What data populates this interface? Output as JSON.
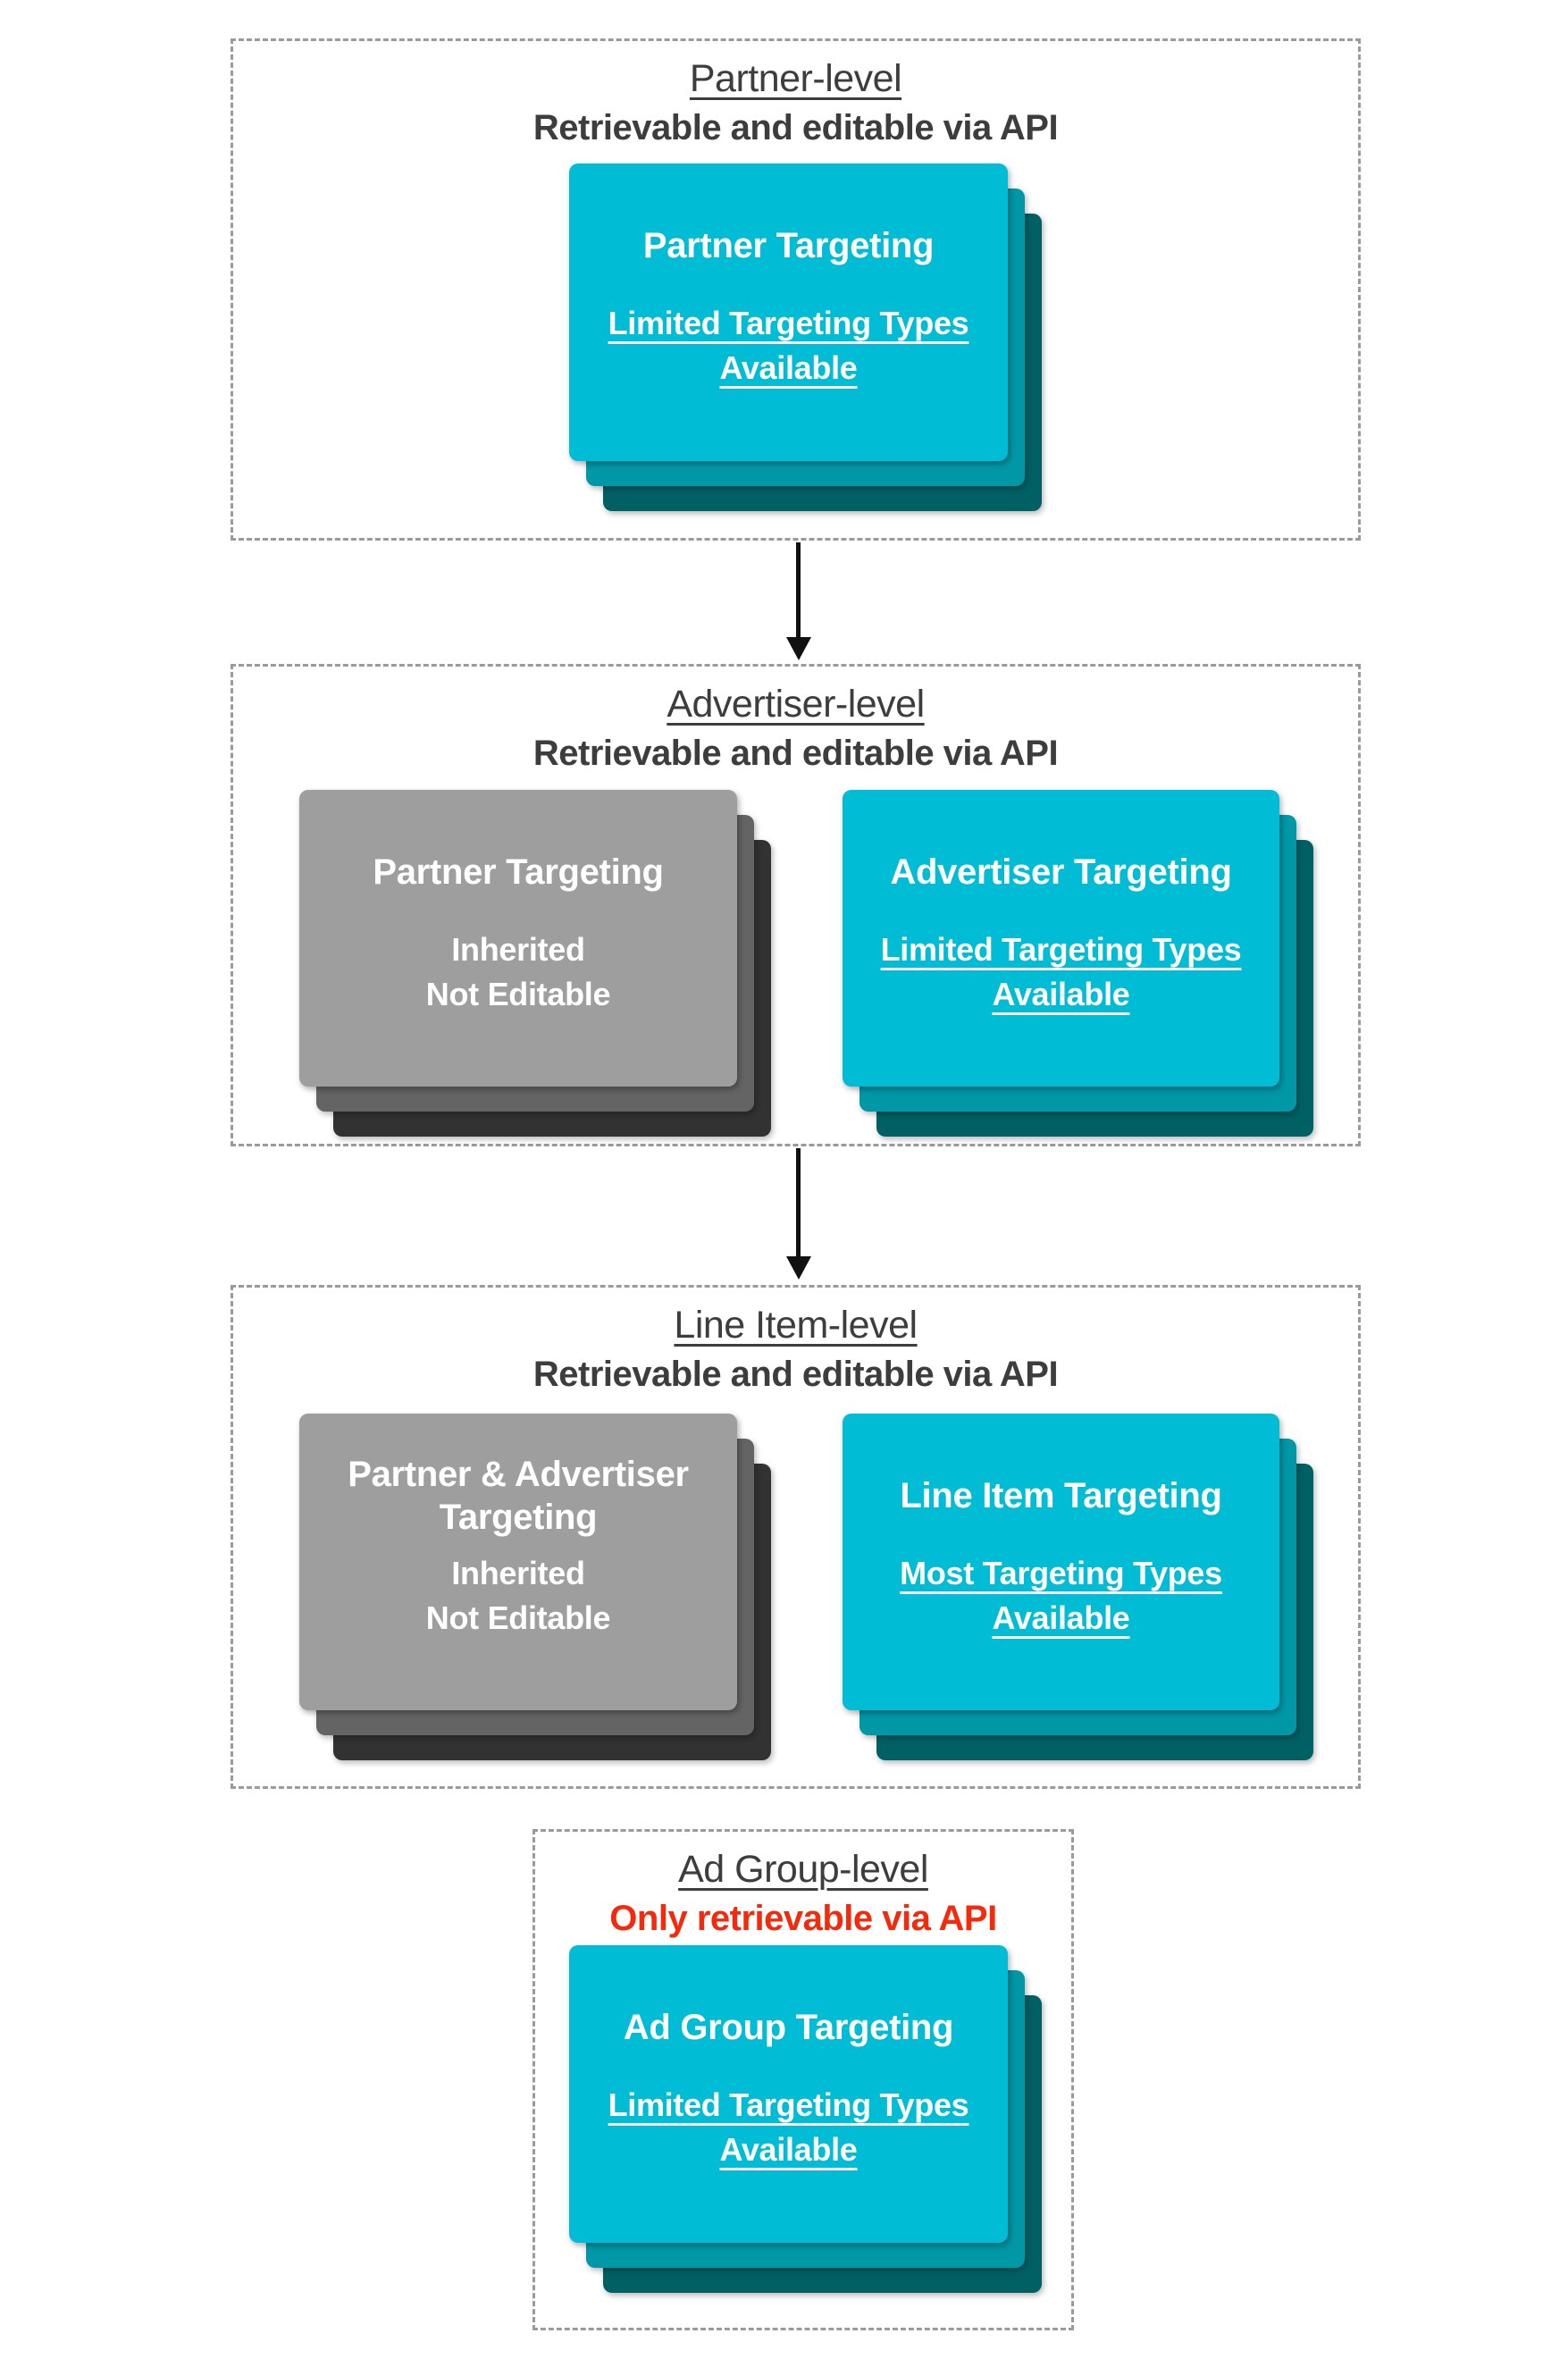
{
  "colors": {
    "teal_card": "#00bcd4",
    "teal_layer_mid": "#0097a7",
    "teal_layer_dark": "#006064",
    "gray_card": "#9e9e9e",
    "gray_layer_mid": "#646464",
    "gray_layer_dark": "#323232",
    "heading_text": "#3d3d3d",
    "red_text": "#f42a0c",
    "card_text": "#ffffff",
    "arrow": "#111111",
    "dashed_border": "#9a9a9a",
    "background": "#ffffff"
  },
  "sections": [
    {
      "id": "partner-level",
      "title": "Partner-level",
      "subtitle": "Retrievable and editable via API",
      "subtitle_style": "dark",
      "cards": [
        {
          "variant": "teal",
          "title": "Partner Targeting",
          "body_lines": [
            "Limited Targeting Types",
            "Available"
          ],
          "body_underline": true
        }
      ]
    },
    {
      "id": "advertiser-level",
      "title": "Advertiser-level",
      "subtitle": "Retrievable and editable via API",
      "subtitle_style": "dark",
      "cards": [
        {
          "variant": "gray",
          "title": "Partner Targeting",
          "body_lines": [
            "Inherited",
            "Not Editable"
          ],
          "body_underline": false
        },
        {
          "variant": "teal",
          "title": "Advertiser Targeting",
          "body_lines": [
            "Limited Targeting Types",
            "Available"
          ],
          "body_underline": true
        }
      ]
    },
    {
      "id": "line-item-level",
      "title": "Line Item-level",
      "subtitle": "Retrievable and editable via API",
      "subtitle_style": "dark",
      "cards": [
        {
          "variant": "gray",
          "title": "Partner & Advertiser Targeting",
          "body_lines": [
            "Inherited",
            "Not Editable"
          ],
          "body_underline": false
        },
        {
          "variant": "teal",
          "title": "Line Item Targeting",
          "body_lines": [
            "Most Targeting Types",
            "Available"
          ],
          "body_underline": true
        }
      ]
    },
    {
      "id": "ad-group-level",
      "title": "Ad Group-level",
      "subtitle": "Only retrievable via API",
      "subtitle_style": "red",
      "cards": [
        {
          "variant": "teal",
          "title": "Ad Group Targeting",
          "body_lines": [
            "Limited Targeting Types",
            "Available"
          ],
          "body_underline": true
        }
      ]
    }
  ]
}
